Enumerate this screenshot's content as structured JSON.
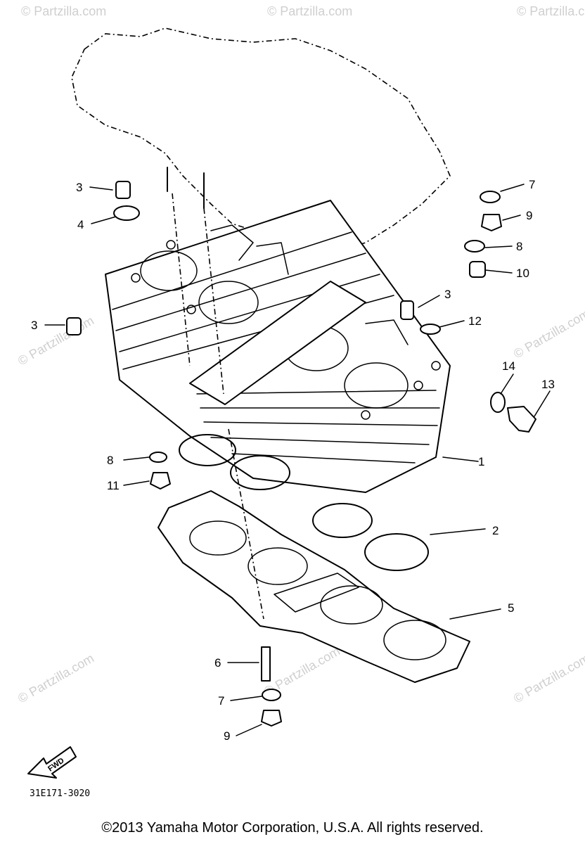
{
  "callouts": [
    {
      "number": "1"
    },
    {
      "number": "2"
    },
    {
      "number": "3"
    },
    {
      "number": "3"
    },
    {
      "number": "3"
    },
    {
      "number": "4"
    },
    {
      "number": "5"
    },
    {
      "number": "6"
    },
    {
      "number": "7"
    },
    {
      "number": "7"
    },
    {
      "number": "8"
    },
    {
      "number": "8"
    },
    {
      "number": "9"
    },
    {
      "number": "9"
    },
    {
      "number": "10"
    },
    {
      "number": "11"
    },
    {
      "number": "12"
    },
    {
      "number": "13"
    },
    {
      "number": "14"
    }
  ],
  "watermark": "© Partzilla.com",
  "fwd_label": "FWD",
  "diagram_code": "31E171-3020",
  "copyright": "©2013 Yamaha Motor Corporation, U.S.A. All rights reserved."
}
